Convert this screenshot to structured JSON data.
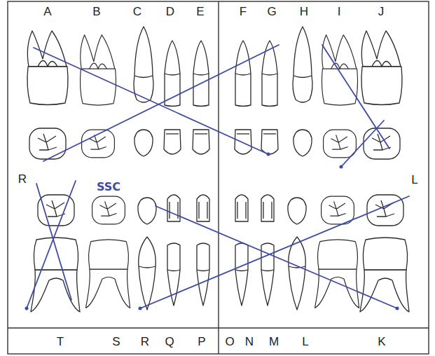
{
  "diagram": {
    "labels": [
      "A",
      "B",
      "C",
      "D",
      "E",
      "F",
      "G",
      "H",
      "I",
      "J",
      "R",
      "SSC",
      "L",
      "T",
      "S",
      "R",
      "Q",
      "P",
      "O",
      "N",
      "M",
      "L",
      "K"
    ]
  }
}
